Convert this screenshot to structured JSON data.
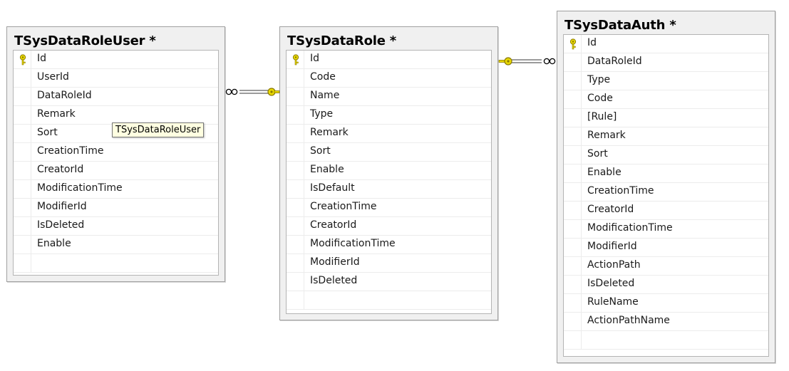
{
  "tables": [
    {
      "title": "TSysDataRoleUser *",
      "columns": [
        {
          "name": "Id",
          "key": true
        },
        {
          "name": "UserId"
        },
        {
          "name": "DataRoleId"
        },
        {
          "name": "Remark"
        },
        {
          "name": "Sort"
        },
        {
          "name": "CreationTime"
        },
        {
          "name": "CreatorId"
        },
        {
          "name": "ModificationTime"
        },
        {
          "name": "ModifierId"
        },
        {
          "name": "IsDeleted"
        },
        {
          "name": "Enable"
        }
      ]
    },
    {
      "title": "TSysDataRole *",
      "columns": [
        {
          "name": "Id",
          "key": true
        },
        {
          "name": "Code"
        },
        {
          "name": "Name"
        },
        {
          "name": "Type"
        },
        {
          "name": "Remark"
        },
        {
          "name": "Sort"
        },
        {
          "name": "Enable"
        },
        {
          "name": "IsDefault"
        },
        {
          "name": "CreationTime"
        },
        {
          "name": "CreatorId"
        },
        {
          "name": "ModificationTime"
        },
        {
          "name": "ModifierId"
        },
        {
          "name": "IsDeleted"
        }
      ]
    },
    {
      "title": "TSysDataAuth *",
      "columns": [
        {
          "name": "Id",
          "key": true
        },
        {
          "name": "DataRoleId"
        },
        {
          "name": "Type"
        },
        {
          "name": "Code"
        },
        {
          "name": "[Rule]"
        },
        {
          "name": "Remark"
        },
        {
          "name": "Sort"
        },
        {
          "name": "Enable"
        },
        {
          "name": "CreationTime"
        },
        {
          "name": "CreatorId"
        },
        {
          "name": "ModificationTime"
        },
        {
          "name": "ModifierId"
        },
        {
          "name": "ActionPath"
        },
        {
          "name": "IsDeleted"
        },
        {
          "name": "RuleName"
        },
        {
          "name": "ActionPathName"
        }
      ]
    }
  ],
  "tooltip": {
    "text": "TSysDataRoleUser"
  },
  "relationships": [
    {
      "from": "TSysDataRoleUser",
      "from_end": "many",
      "to": "TSysDataRole",
      "to_end": "one"
    },
    {
      "from": "TSysDataRole",
      "from_end": "one",
      "to": "TSysDataAuth",
      "to_end": "many"
    }
  ],
  "icons": {
    "primary_key": "key-icon",
    "many_end": "infinity-icon",
    "one_end": "key-icon"
  },
  "colors": {
    "key": "#e8d800",
    "key_outline": "#8a7a00",
    "connector": "#7a7a7a"
  }
}
